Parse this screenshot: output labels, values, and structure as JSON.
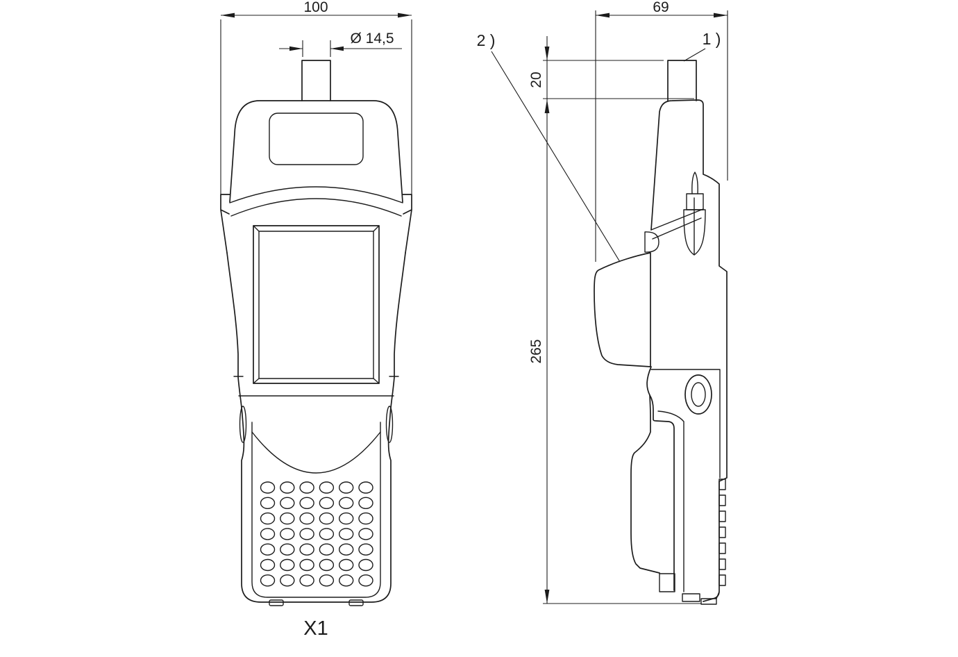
{
  "page": {
    "background_color": "#ffffff",
    "line_color": "#1c1c1c"
  },
  "front_view": {
    "connector_label": "X1",
    "dim_width": "100",
    "dim_antenna_diameter": "Ø 14,5",
    "keypad": {
      "rows": 7,
      "cols": 6
    }
  },
  "side_view": {
    "dim_depth": "69",
    "dim_antenna_height": "20",
    "dim_total_height": "265",
    "callout_1": "1 )",
    "callout_2": "2 )",
    "connector_teeth": 7
  }
}
